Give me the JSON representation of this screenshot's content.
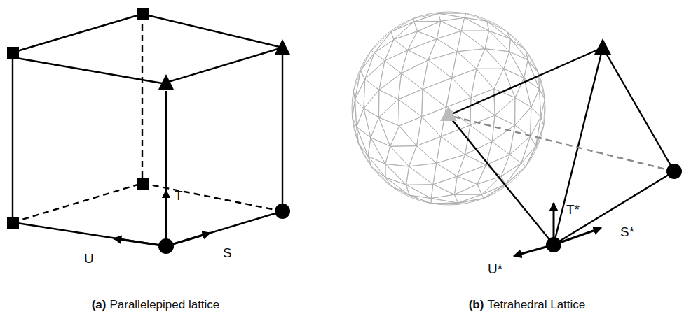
{
  "diagram": {
    "labels": [
      "U",
      "T",
      "S",
      "U*",
      "T*",
      "S*",
      "(a)",
      "Parallelepiped lattice",
      "(b)",
      "Tetrahedral Lattice"
    ]
  }
}
